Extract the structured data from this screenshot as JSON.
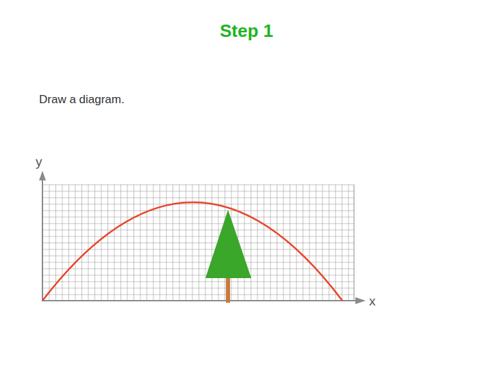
{
  "diagram": {
    "title": "Step 1",
    "labels": [
      "Draw a diagram.",
      "y",
      "x"
    ]
  }
}
